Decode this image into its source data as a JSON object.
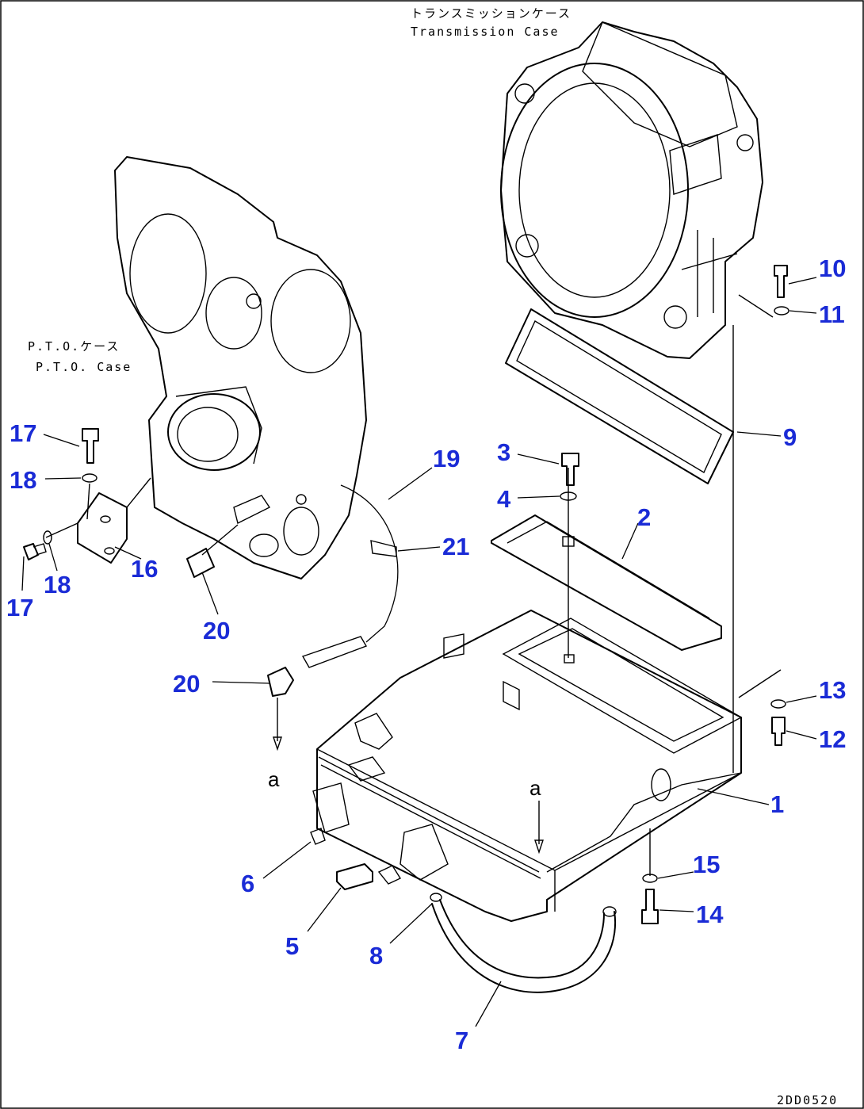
{
  "headings": {
    "transmission_case_jp": "トランスミッションケース",
    "transmission_case_en": "Transmission Case",
    "pto_case_jp": "P.T.O.ケース",
    "pto_case_en": "P.T.O. Case"
  },
  "reference_letter": "a",
  "drawing_code": "2DD0520",
  "callouts": {
    "c1": "1",
    "c2": "2",
    "c3": "3",
    "c4": "4",
    "c5": "5",
    "c6": "6",
    "c7": "7",
    "c8": "8",
    "c9": "9",
    "c10": "10",
    "c11": "11",
    "c12": "12",
    "c13": "13",
    "c14": "14",
    "c15": "15",
    "c16": "16",
    "c17a": "17",
    "c17b": "17",
    "c18a": "18",
    "c18b": "18",
    "c19": "19",
    "c20a": "20",
    "c20b": "20",
    "c21": "21"
  },
  "colors": {
    "callout": "#1a2bd6",
    "line": "#000000",
    "background": "#ffffff"
  }
}
